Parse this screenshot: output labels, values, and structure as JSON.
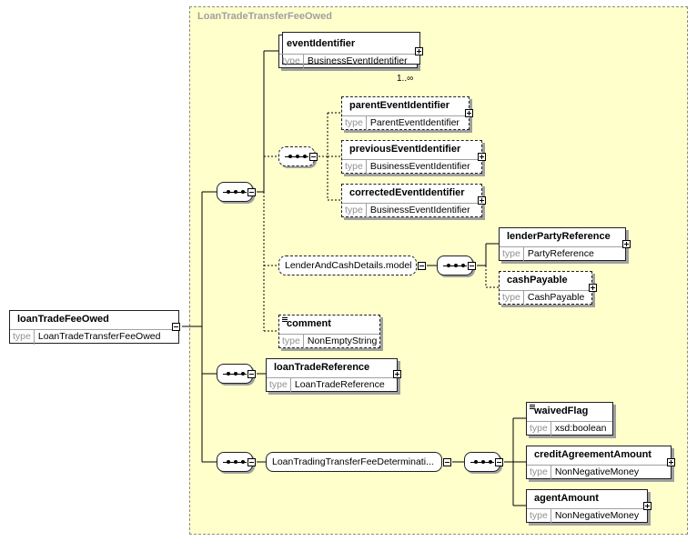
{
  "diagram": {
    "type_label": "type",
    "frame_title": "LoanTradeTransferFeeOwed",
    "root": {
      "name": "loanTradeFeeOwed",
      "type": "LoanTradeTransferFeeOwed"
    },
    "event_identifier": {
      "name": "eventIdentifier",
      "type": "BusinessEventIdentifier",
      "occurrence": "1..∞"
    },
    "parent_event_identifier": {
      "name": "parentEventIdentifier",
      "type": "ParentEventIdentifier"
    },
    "previous_event_identifier": {
      "name": "previousEventIdentifier",
      "type": "BusinessEventIdentifier"
    },
    "corrected_event_identifier": {
      "name": "correctedEventIdentifier",
      "type": "BusinessEventIdentifier"
    },
    "lender_group": {
      "name": "LenderAndCashDetails.model"
    },
    "lender_party_reference": {
      "name": "lenderPartyReference",
      "type": "PartyReference"
    },
    "cash_payable": {
      "name": "cashPayable",
      "type": "CashPayable"
    },
    "comment": {
      "name": "comment",
      "type": "NonEmptyString"
    },
    "loan_trade_reference": {
      "name": "loanTradeReference",
      "type": "LoanTradeReference"
    },
    "fee_group": {
      "name": "LoanTradingTransferFeeDeterminati..."
    },
    "waived_flag": {
      "name": "waivedFlag",
      "type": "xsd:boolean"
    },
    "credit_agreement_amount": {
      "name": "creditAgreementAmount",
      "type": "NonNegativeMoney"
    },
    "agent_amount": {
      "name": "agentAmount",
      "type": "NonNegativeMoney"
    }
  }
}
